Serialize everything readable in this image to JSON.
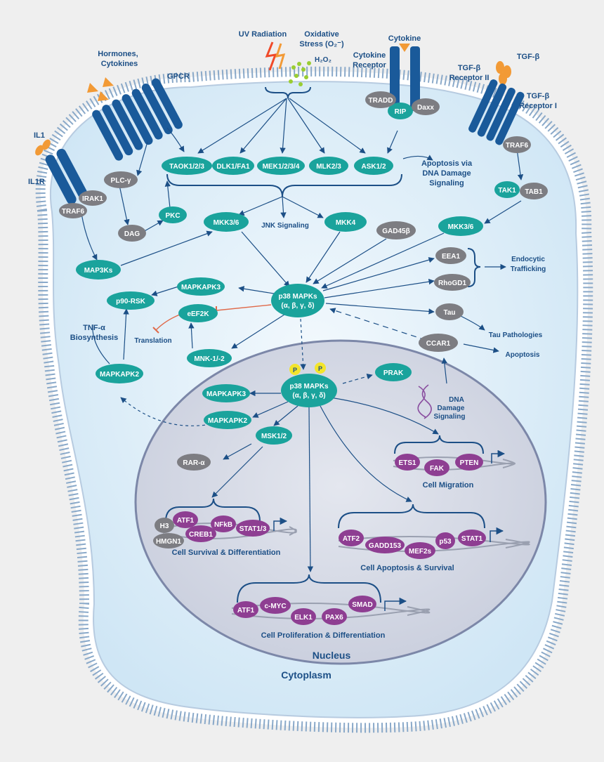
{
  "colors": {
    "teal": "#1aa39c",
    "gray": "#7d7d82",
    "purple": "#8e3e92",
    "navy": "#1c4f86",
    "orange": "#f29a36",
    "yellow": "#f3e52b",
    "membrane": "#8aa9c9",
    "cytoplasm": "#d9ecf8",
    "nucleus": "#d4d9e7"
  },
  "stimuli": {
    "uv": "UV Radiation",
    "oxidative_1": "Oxidative",
    "oxidative_2": "Stress (O₂⁻)",
    "h2o2": "H₂O₂",
    "cytokine": "Cytokine",
    "cytokine_receptor_1": "Cytokine",
    "cytokine_receptor_2": "Receptor",
    "hormones_1": "Hormones,",
    "hormones_2": "Cytokines",
    "gpcr": "GPCR",
    "il1": "IL1",
    "il1r": "IL1R",
    "tgfb": "TGF-β",
    "tgfb_r2_1": "TGF-β",
    "tgfb_r2_2": "Receptor II",
    "tgfb_r1_1": "TGF-β",
    "tgfb_r1_2": "Receptor I"
  },
  "nodes": {
    "tradd": "TRADD",
    "rip": "RIP",
    "daxx": "Daxx",
    "traf6_tgf": "TRAF6",
    "tak1": "TAK1",
    "tab1": "TAB1",
    "irak1": "IRAK1",
    "traf6_il": "TRAF6",
    "plcg": "PLC-γ",
    "dag": "DAG",
    "pkc": "PKC",
    "taok": "TAOK1/2/3",
    "dlk": "DLK1/FA1",
    "mek": "MEK1/2/3/4",
    "mlk": "MLK2/3",
    "ask": "ASK1/2",
    "mkk36_left": "MKK3/6",
    "mkk4": "MKK4",
    "gadd45b": "GAD45β",
    "mkk36_right": "MKK3/6",
    "map3ks": "MAP3Ks",
    "eea1": "EEA1",
    "rhogd1": "RhoGD1",
    "mapkapk3_cyto": "MAPKAPK3",
    "p90rsk": "p90-RSK",
    "eef2k": "eEF2K",
    "p38_cyto_1": "p38 MAPKs",
    "p38_cyto_2": "(α, β, γ, δ)",
    "tau": "Tau",
    "ccar1": "CCAR1",
    "mnk": "MNK-1/-2",
    "mapkapk2_cyto": "MAPKAPK2",
    "p38_nuc_1": "p38 MAPKs",
    "p38_nuc_2": "(α, β, γ, δ)",
    "phospho": "P",
    "prak": "PRAK",
    "mapkapk3_nuc": "MAPKAPK3",
    "mapkapk2_nuc": "MAPKAPK2",
    "msk": "MSK1/2",
    "rara": "RAR-α",
    "ets1": "ETS1",
    "fak": "FAK",
    "pten": "PTEN",
    "h3": "H3",
    "hmgn1": "HMGN1",
    "atf1_a": "ATF1",
    "creb1": "CREB1",
    "nfkb": "NFkB",
    "stat13": "STAT1/3",
    "atf2": "ATF2",
    "gadd153": "GADD153",
    "mef2s": "MEF2s",
    "p53": "p53",
    "stat1": "STAT1",
    "atf1_b": "ATF1",
    "cmyc": "c-MYC",
    "elk1": "ELK1",
    "pax6": "PAX6",
    "smad": "SMAD"
  },
  "labels": {
    "apoptosis_dna_1": "Apoptosis via",
    "apoptosis_dna_2": "DNA Damage",
    "apoptosis_dna_3": "Signaling",
    "jnk": "JNK Signaling",
    "endocytic_1": "Endocytic",
    "endocytic_2": "Trafficking",
    "tnf_1": "TNF-α",
    "tnf_2": "Biosynthesis",
    "translation": "Translation",
    "tau_path": "Tau Pathologies",
    "apoptosis": "Apoptosis",
    "dna_damage_1": "DNA",
    "dna_damage_2": "Damage",
    "dna_damage_3": "Signaling",
    "cell_migration": "Cell Migration",
    "cell_survival": "Cell Survival & Differentiation",
    "cell_apoptosis": "Cell Apoptosis & Survival",
    "cell_prolif": "Cell Proliferation & Differentiation",
    "nucleus": "Nucleus",
    "cytoplasm": "Cytoplasm"
  }
}
